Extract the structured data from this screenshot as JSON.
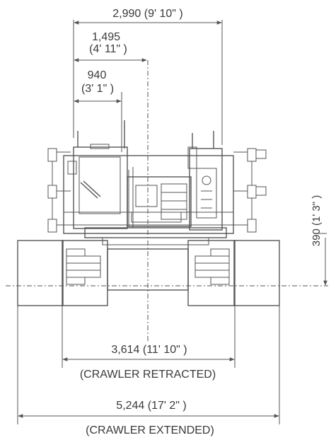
{
  "dimensions": {
    "overall_width": "2,990 (9' 10\" )",
    "half_width_mm": "1,495",
    "half_width_ft": "(4' 11\" )",
    "offset_mm": "940",
    "offset_ft": "(3' 1\" )",
    "ground_clearance": "390 (1' 3\" )",
    "crawler_retracted_width": "3,614 (11'  10\" )",
    "crawler_retracted_label": "(CRAWLER RETRACTED)",
    "crawler_extended_width": "5,244 (17' 2\" )",
    "crawler_extended_label": "(CRAWLER EXTENDED)"
  },
  "colors": {
    "line": "#555555",
    "text": "#3a3a3a",
    "fill_light": "#eeeeee",
    "fill_dark": "#888888"
  }
}
